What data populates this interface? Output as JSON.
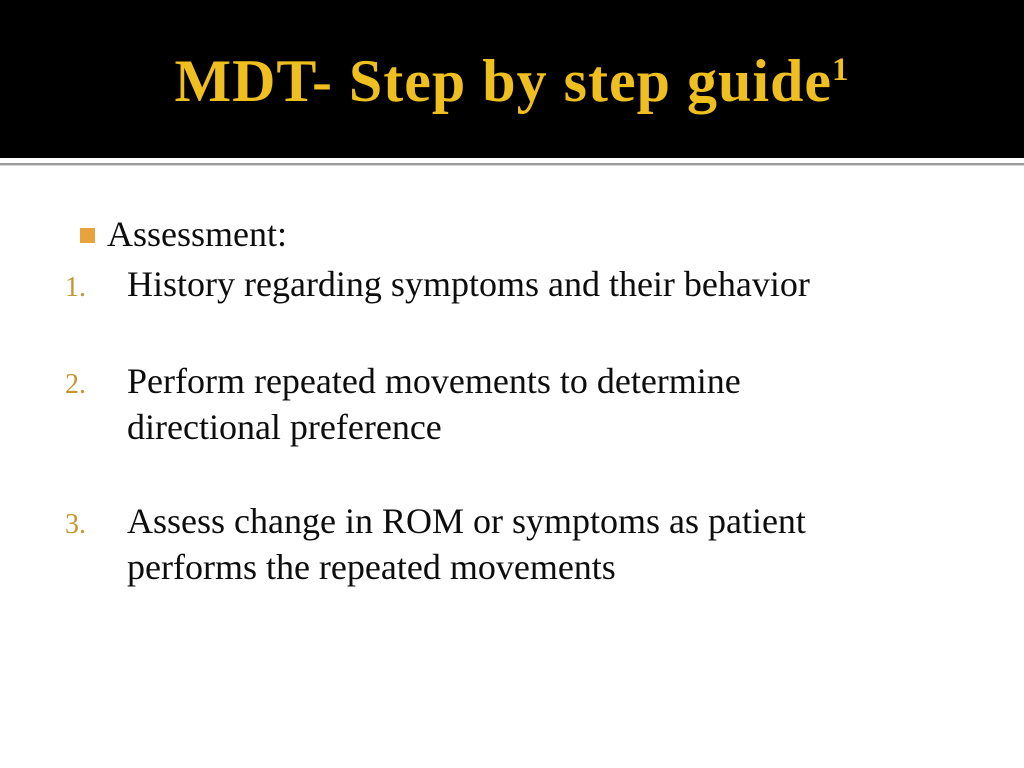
{
  "slide": {
    "title": {
      "text": "MDT- Step by step guide",
      "superscript": "1"
    },
    "content": {
      "bullet_heading": "Assessment:",
      "numbered_items": [
        {
          "number": "1.",
          "text": "History regarding symptoms and their behavior"
        },
        {
          "number": "2.",
          "text": "Perform repeated movements to determine\ndirectional preference"
        },
        {
          "number": "3.",
          "text": "Assess change in ROM or symptoms as patient\nperforms the repeated movements"
        }
      ]
    },
    "colors": {
      "title_gold": "#EFBE1F",
      "bullet_orange": "#E8A33D",
      "number_tan": "#C6952F",
      "header_bg": "#000000",
      "body_bg": "#FFFFFF",
      "body_text": "#0D0D0D",
      "separator_gray": "#9A9A9A"
    }
  }
}
